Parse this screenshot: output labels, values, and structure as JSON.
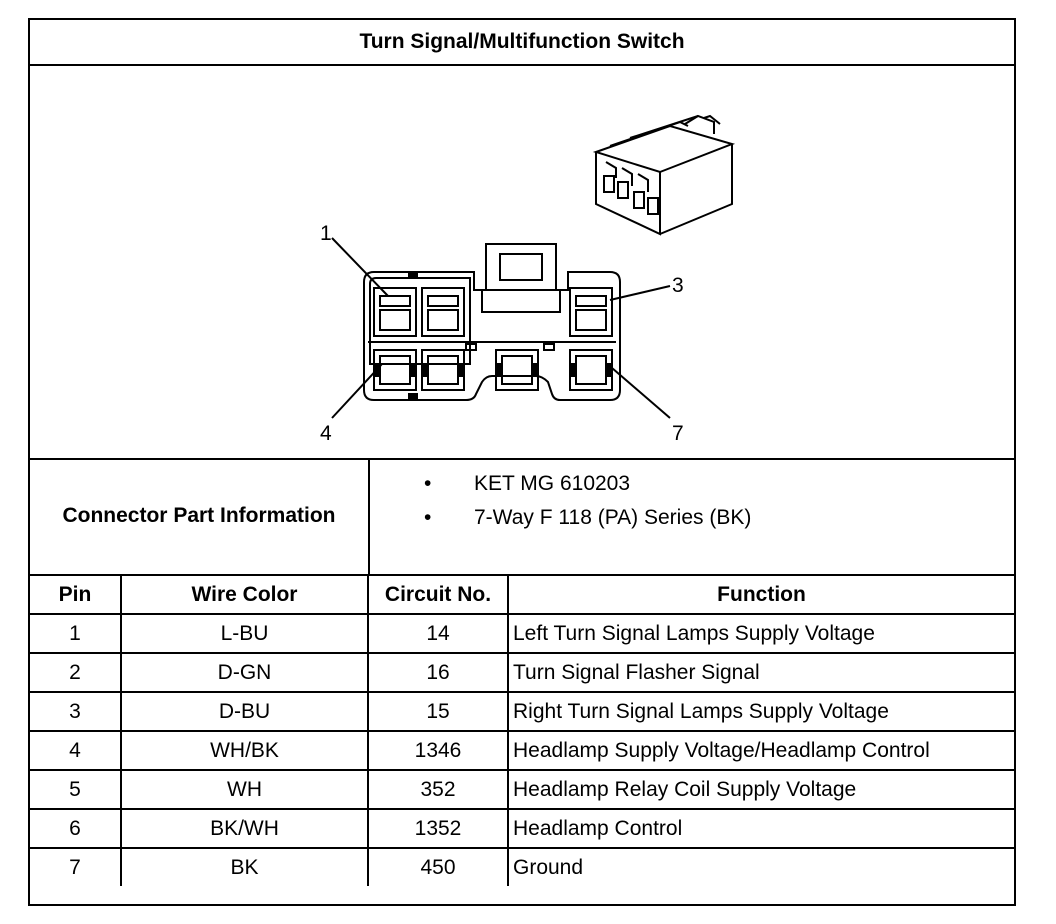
{
  "title": "Turn Signal/Multifunction Switch",
  "diagram": {
    "callouts": [
      "1",
      "3",
      "4",
      "7"
    ],
    "icons": [
      "connector-face-view",
      "connector-isometric-view"
    ]
  },
  "connector_info": {
    "label": "Connector Part Information",
    "items": [
      "KET MG 610203",
      "7-Way F 118 (PA) Series (BK)"
    ],
    "bullet": "•"
  },
  "table": {
    "headers": [
      "Pin",
      "Wire Color",
      "Circuit No.",
      "Function"
    ],
    "rows": [
      [
        "1",
        "L-BU",
        "14",
        "Left Turn Signal Lamps Supply Voltage"
      ],
      [
        "2",
        "D-GN",
        "16",
        "Turn Signal Flasher Signal"
      ],
      [
        "3",
        "D-BU",
        "15",
        "Right Turn Signal Lamps Supply Voltage"
      ],
      [
        "4",
        "WH/BK",
        "1346",
        "Headlamp Supply Voltage/Headlamp Control"
      ],
      [
        "5",
        "WH",
        "352",
        "Headlamp Relay Coil Supply Voltage"
      ],
      [
        "6",
        "BK/WH",
        "1352",
        "Headlamp Control"
      ],
      [
        "7",
        "BK",
        "450",
        "Ground"
      ]
    ]
  }
}
